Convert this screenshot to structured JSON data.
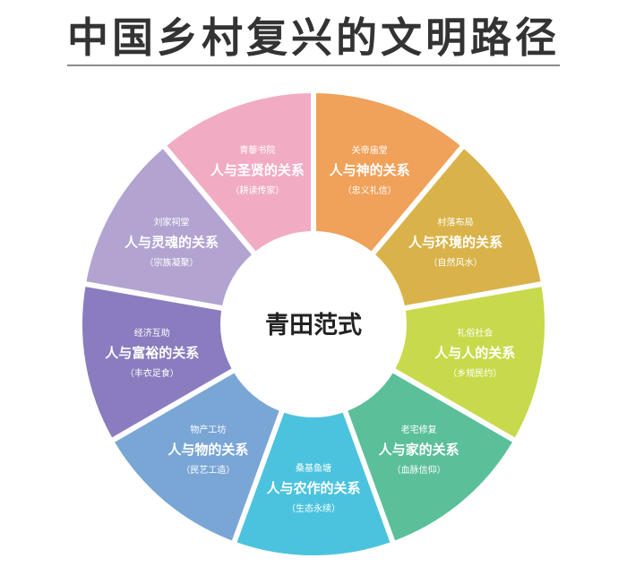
{
  "title": "中国乡村复兴的文明路径",
  "center": "青田范式",
  "segments": [
    {
      "place": "关帝庙堂",
      "relation": "人与神的关系",
      "virtue": "（忠义礼信）",
      "color": "#f0a15a"
    },
    {
      "place": "村落布局",
      "relation": "人与环境的关系",
      "virtue": "（自然风水）",
      "color": "#d9b34a"
    },
    {
      "place": "礼俗社会",
      "relation": "人与人的关系",
      "virtue": "（乡规民约）",
      "color": "#c8da4c"
    },
    {
      "place": "老宅修复",
      "relation": "人与家的关系",
      "virtue": "（血脉信仰）",
      "color": "#5bbf9a"
    },
    {
      "place": "桑基鱼塘",
      "relation": "人与农作的关系",
      "virtue": "（生态永续）",
      "color": "#4cc3de"
    },
    {
      "place": "物产工坊",
      "relation": "人与物的关系",
      "virtue": "（民艺工造）",
      "color": "#7aa6d6"
    },
    {
      "place": "经济互助",
      "relation": "人与富裕的关系",
      "virtue": "（丰衣足食）",
      "color": "#8a7cbf"
    },
    {
      "place": "刘家祠堂",
      "relation": "人与灵魂的关系",
      "virtue": "（宗族凝聚）",
      "color": "#b2a3d1"
    },
    {
      "place": "青藜书院",
      "relation": "人与圣贤的关系",
      "virtue": "（耕读传家）",
      "color": "#f1acc4"
    }
  ]
}
